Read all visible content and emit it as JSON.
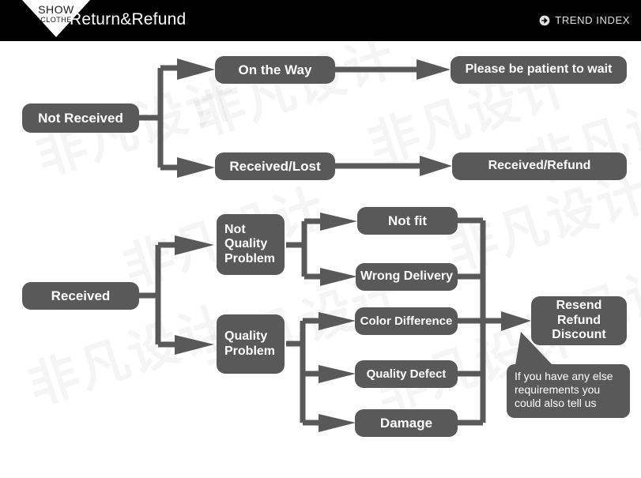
{
  "header": {
    "logo_primary": "SHOW",
    "logo_secondary": "CLOTHE",
    "title": "Return&Refund",
    "brand_right": "TREND INDEX",
    "brand_icon": "circle-arrow-icon",
    "background_color": "#000000",
    "text_color": "#ffffff"
  },
  "theme": {
    "node_fill": "#595959",
    "node_text": "#ffffff",
    "connector_color": "#595959",
    "page_background": "#ffffff"
  },
  "watermark": {
    "text": "非凡设计",
    "opacity": "0.035"
  },
  "diagram": {
    "type": "flowchart",
    "branches": [
      {
        "id": "not-received",
        "root": "Not Received",
        "steps": [
          {
            "stage": "On the Way",
            "outcome": "Please be patient to wait"
          },
          {
            "stage": "Received/Lost",
            "outcome": "Received/Refund"
          }
        ]
      },
      {
        "id": "received",
        "root": "Received",
        "categories": [
          {
            "name": "Not Quality Problem",
            "reasons": [
              "Not fit",
              "Wrong Delivery"
            ]
          },
          {
            "name": "Quality Problem",
            "reasons": [
              "Color Difference",
              "Quality Defect",
              "Damage"
            ]
          }
        ],
        "resolution": "Resend\nRefund\nDiscount",
        "resolution_lines": [
          "Resend",
          "Refund",
          "Discount"
        ],
        "note": "If you have any else requirements you could also tell us"
      }
    ],
    "nodes": {
      "not_received": "Not Received",
      "on_the_way": "On the Way",
      "please_wait": "Please be patient to wait",
      "received_lost": "Received/Lost",
      "received_refund": "Received/Refund",
      "received": "Received",
      "not_quality_problem_l1": "Not",
      "not_quality_problem_l2": "Quality",
      "not_quality_problem_l3": "Problem",
      "quality_problem_l1": "Quality",
      "quality_problem_l2": "Problem",
      "not_fit": "Not fit",
      "wrong_delivery": "Wrong Delivery",
      "color_difference": "Color Difference",
      "quality_defect": "Quality Defect",
      "damage": "Damage",
      "resend": "Resend",
      "refund": "Refund",
      "discount": "Discount",
      "note": "If you have any else requirements you could also tell us"
    }
  }
}
